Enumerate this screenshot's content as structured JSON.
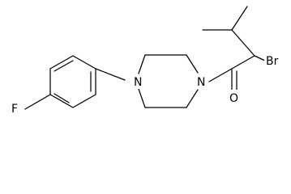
{
  "atoms": {
    "fluorine": "F",
    "piperazine_n_left": "N",
    "piperazine_n_right": "N",
    "bromine": "Br",
    "carbonyl_oxygen": "O"
  },
  "colors": {
    "bond": "#000000",
    "label": "#000000",
    "background": "#ffffff"
  }
}
